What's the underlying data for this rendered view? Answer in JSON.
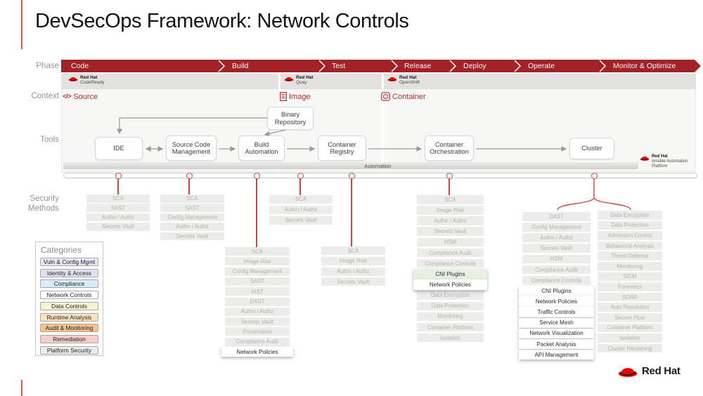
{
  "slide": {
    "title": "DevSecOps Framework: Network Controls"
  },
  "row_labels": {
    "phase": "Phase",
    "context": "Context",
    "tools": "Tools",
    "security": "Security Methods"
  },
  "phases": [
    "Code",
    "Build",
    "Test",
    "Release",
    "Deploy",
    "Operate",
    "Monitor & Optimize"
  ],
  "products": [
    {
      "brand": "Red Hat",
      "name": "CodeReady"
    },
    {
      "brand": "Red Hat",
      "name": "Quay"
    },
    {
      "brand": "Red Hat",
      "name": "OpenShift"
    }
  ],
  "contexts": [
    {
      "label": "Source"
    },
    {
      "label": "Image"
    },
    {
      "label": "Container"
    }
  ],
  "tools": {
    "ide": "IDE",
    "scm": "Source Code Management",
    "build": "Build Automation",
    "registry": "Container Registry",
    "orchestration": "Container Orchestration",
    "cluster": "Cluster",
    "binary": "Binary Repository"
  },
  "automation": {
    "label": "Automation",
    "platform_brand": "Red Hat",
    "platform_name": "Ansible Automation Platform"
  },
  "security_columns": [
    {
      "id": "ide",
      "items": [
        {
          "label": "SCA"
        },
        {
          "label": "SAST"
        },
        {
          "label": "Authn / Authz"
        },
        {
          "label": "Secrets Vault"
        }
      ]
    },
    {
      "id": "source-code-management",
      "items": [
        {
          "label": "SCA"
        },
        {
          "label": "SAST"
        },
        {
          "label": "Config Management"
        },
        {
          "label": "Authn / Authz"
        },
        {
          "label": "Secrets Vault"
        }
      ]
    },
    {
      "id": "build-automation",
      "items": [
        {
          "label": "SCA"
        },
        {
          "label": "Image Risk"
        },
        {
          "label": "Config Management"
        },
        {
          "label": "SAST"
        },
        {
          "label": "IAST"
        },
        {
          "label": "DAST"
        },
        {
          "label": "Authn / Authz"
        },
        {
          "label": "Secrets Vault"
        },
        {
          "label": "Provenance"
        },
        {
          "label": "Compliance Audit"
        },
        {
          "label": "Network Policies",
          "highlight": true
        }
      ]
    },
    {
      "id": "test",
      "items": [
        {
          "label": "SCA"
        },
        {
          "label": "Authn / Authz"
        },
        {
          "label": "Secrets Vault"
        }
      ]
    },
    {
      "id": "container-registry",
      "items": [
        {
          "label": "SCA"
        },
        {
          "label": "Image Risk"
        },
        {
          "label": "Authn / Authz"
        },
        {
          "label": "Secrets Vault"
        }
      ]
    },
    {
      "id": "container-orchestration",
      "items": [
        {
          "label": "SCA"
        },
        {
          "label": "Image Risk"
        },
        {
          "label": "Authn / Authz"
        },
        {
          "label": "Secrets Vault"
        },
        {
          "label": "HSM"
        },
        {
          "label": "Compliance Audit"
        },
        {
          "label": "Compliance Controls"
        },
        {
          "label": "CNI Plugins",
          "highlight": true,
          "tint": "#e7f1e2"
        },
        {
          "label": "Network Policies",
          "highlight": true
        },
        {
          "label": "Data Encryption"
        },
        {
          "label": "Data Protection"
        },
        {
          "label": "Monitoring"
        },
        {
          "label": "Container Platform"
        },
        {
          "label": "Isolation"
        }
      ]
    },
    {
      "id": "cluster-network",
      "items": [
        {
          "label": "DAST"
        },
        {
          "label": "Config Management"
        },
        {
          "label": "Authn / Authz"
        },
        {
          "label": "Secrets Vault"
        },
        {
          "label": "HSM"
        },
        {
          "label": "Compliance Audit"
        },
        {
          "label": "Compliance Controls"
        },
        {
          "label": "CNI Plugins",
          "highlight": true
        },
        {
          "label": "Network Policies",
          "highlight": true
        },
        {
          "label": "Traffic Controls",
          "highlight": true
        },
        {
          "label": "Service Mesh",
          "highlight": true
        },
        {
          "label": "Network Visualization",
          "highlight": true
        },
        {
          "label": "Packet Analysis",
          "highlight": true
        },
        {
          "label": "API Management",
          "highlight": true
        }
      ]
    },
    {
      "id": "cluster-operations",
      "items": [
        {
          "label": "Data Encryption"
        },
        {
          "label": "Data Protection"
        },
        {
          "label": "Admission Control"
        },
        {
          "label": "Behavioral Analysis"
        },
        {
          "label": "Threat Defense"
        },
        {
          "label": "Monitoring"
        },
        {
          "label": "SIEM"
        },
        {
          "label": "Forensics"
        },
        {
          "label": "SOAR"
        },
        {
          "label": "Auto Resolution"
        },
        {
          "label": "Secure Host"
        },
        {
          "label": "Container Platform"
        },
        {
          "label": "Isolation"
        },
        {
          "label": "Cluster Hardening"
        }
      ]
    }
  ],
  "legend": {
    "title": "Categories",
    "items": [
      {
        "label": "Vuln & Config Mgmt",
        "color": "#e9e7f5"
      },
      {
        "label": "Identity & Access",
        "color": "#e3e2f4"
      },
      {
        "label": "Compliance",
        "color": "#d9eaf8"
      },
      {
        "label": "Network Controls",
        "color": "#ffffff"
      },
      {
        "label": "Data Controls",
        "color": "#f6f3d2"
      },
      {
        "label": "Runtime Analysis",
        "color": "#f8e2c0"
      },
      {
        "label": "Audit & Monitoring",
        "color": "#f4c28e"
      },
      {
        "label": "Remediation",
        "color": "#f6cfcc"
      },
      {
        "label": "Platform Security",
        "color": "#ebebe9"
      }
    ]
  },
  "footer": {
    "logo_brand": "Red Hat"
  },
  "colors": {
    "phase_bar": "#a32228",
    "connector_red": "#cf4540",
    "context_red": "#ad332c",
    "brand_red": "#ee0000"
  }
}
